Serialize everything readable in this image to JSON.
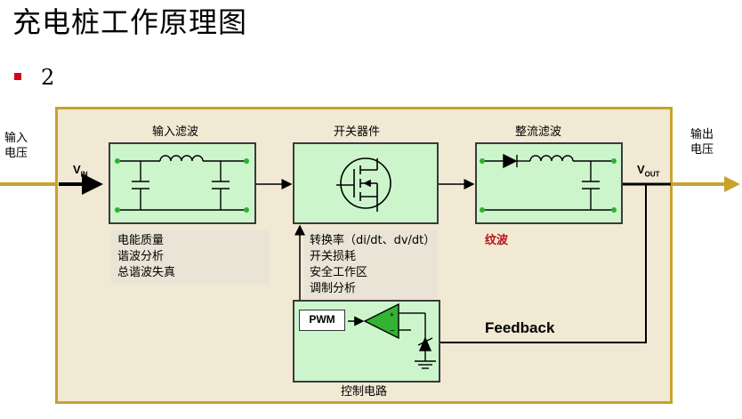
{
  "page": {
    "title": "充电桩工作原理图",
    "bullet": "2"
  },
  "diagram": {
    "input_label": [
      "输入",
      "电压"
    ],
    "output_label": [
      "输出",
      "电压"
    ],
    "vin": {
      "main": "V",
      "sub": "IN"
    },
    "vout": {
      "main": "V",
      "sub": "OUT"
    },
    "blocks": {
      "input_filter": {
        "title": "输入滤波",
        "notes": [
          "电能质量",
          "谐波分析",
          "总谐波失真"
        ]
      },
      "switch": {
        "title": "开关器件",
        "notes": [
          "转换率（di/dt、dv/dt）",
          "开关损耗",
          "安全工作区",
          "调制分析"
        ]
      },
      "rectifier": {
        "title": "整流滤波",
        "notes": [
          "纹波"
        ]
      },
      "control": {
        "title": "控制电路",
        "pwm": "PWM"
      }
    },
    "feedback": "Feedback",
    "colors": {
      "panel_bg": "#f1e9d4",
      "panel_border": "#c9a22e",
      "block_fill": "#ccf5cc",
      "op_amp": "#33b233",
      "ripple_text": "#b3131a",
      "bullet": "#d0021b"
    }
  }
}
